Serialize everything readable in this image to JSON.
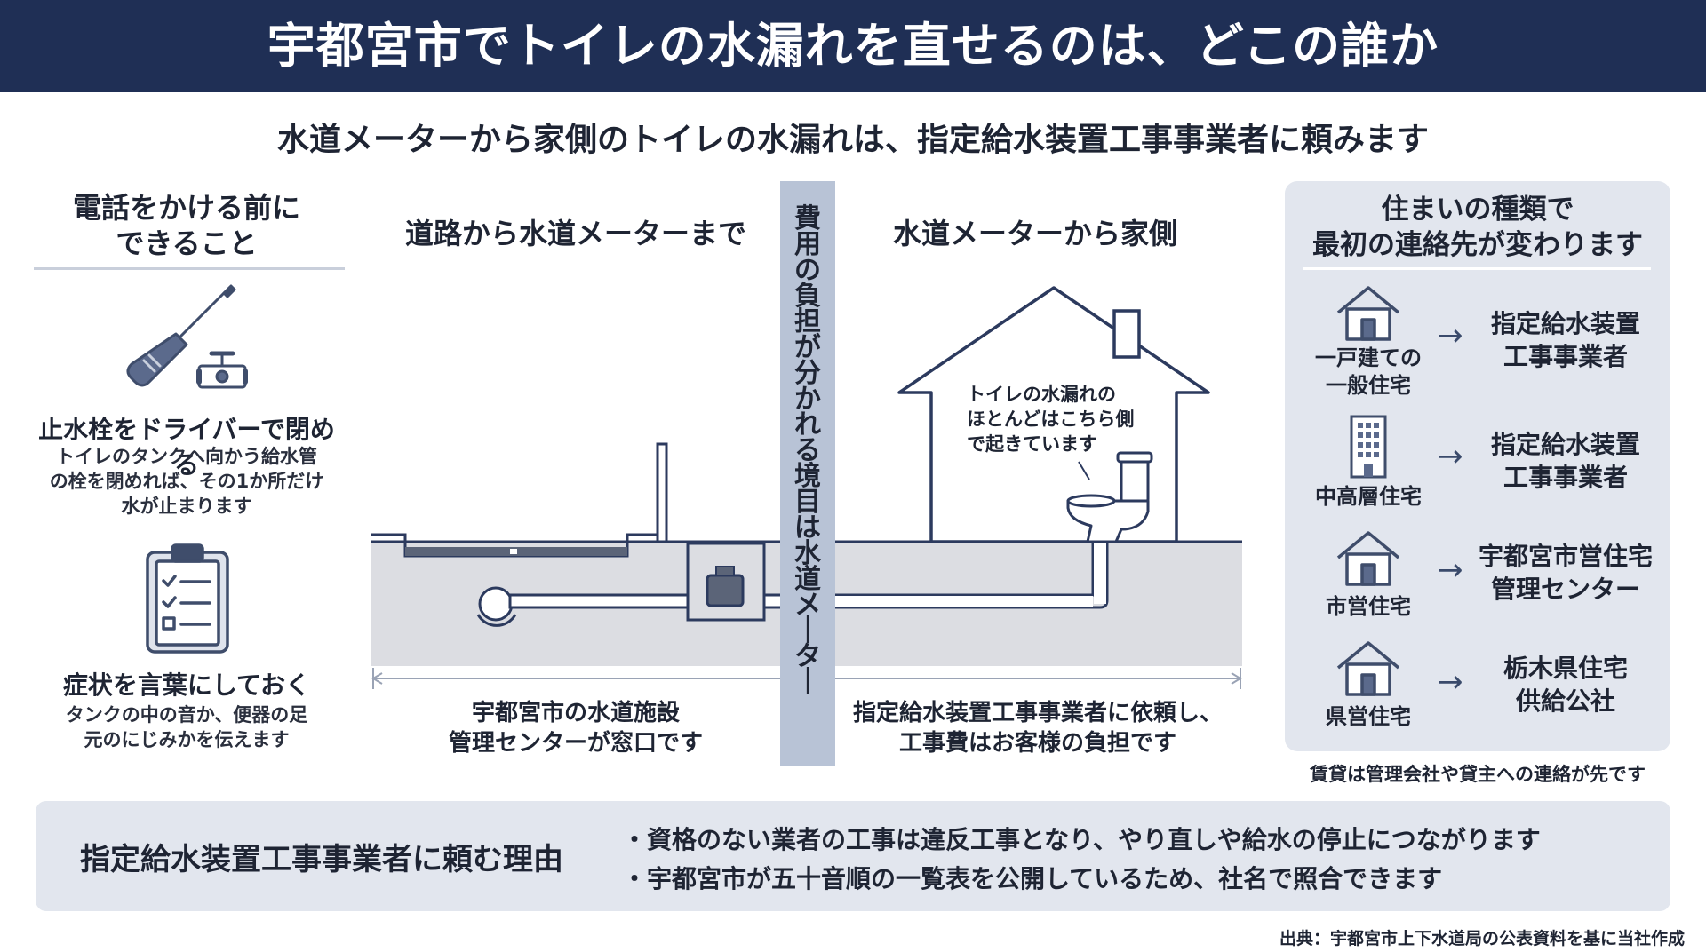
{
  "header": {
    "title": "宇都宮市でトイレの水漏れを直せるのは、どこの誰か"
  },
  "subtitle": "水道メーターから家側のトイレの水漏れは、指定給水装置工事事業者に頼みます",
  "left": {
    "title_line1": "電話をかける前に",
    "title_line2": "できること",
    "items": [
      {
        "icon": "screwdriver-valve-icon",
        "title": "止水栓をドライバーで閉める",
        "desc_lines": [
          "トイレのタンクへ向かう給水管",
          "の栓を閉めれば、その1か所だけ",
          "水が止まります"
        ]
      },
      {
        "icon": "clipboard-checklist-icon",
        "title": "症状を言葉にしておく",
        "desc_lines": [
          "タンクの中の音か、便器の足",
          "元のにじみかを伝えます"
        ]
      }
    ]
  },
  "diagram": {
    "left_heading": "道路から水道メーターまで",
    "right_heading": "水道メーターから家側",
    "boundary_text": "費用の負担が分かれる境目は水道メーター",
    "house_note_lines": [
      "トイレの水漏れの",
      "ほとんどはこちら側",
      "で起きています"
    ],
    "left_caption_lines": [
      "宇都宮市の水道施設",
      "管理センターが窓口です"
    ],
    "right_caption_lines": [
      "指定給水装置工事事業者に依頼し、",
      "工事費はお客様の負担です"
    ],
    "colors": {
      "ground": "#dcdde2",
      "line": "#2c3a5e",
      "pipe": "#ffffff",
      "boundary": "#b8c3d6"
    }
  },
  "right_panel": {
    "title_line1": "住まいの種類で",
    "title_line2": "最初の連絡先が変わります",
    "rows": [
      {
        "icon": "house-icon",
        "label_lines": [
          "一戸建ての",
          "一般住宅"
        ],
        "dest_lines": [
          "指定給水装置",
          "工事事業者"
        ]
      },
      {
        "icon": "building-icon",
        "label_lines": [
          "中高層住宅"
        ],
        "dest_lines": [
          "指定給水装置",
          "工事事業者"
        ]
      },
      {
        "icon": "house-icon",
        "label_lines": [
          "市営住宅"
        ],
        "dest_lines": [
          "宇都宮市営住宅",
          "管理センター"
        ]
      },
      {
        "icon": "house-icon",
        "label_lines": [
          "県営住宅"
        ],
        "dest_lines": [
          "栃木県住宅",
          "供給公社"
        ]
      }
    ],
    "arrow": "→",
    "footnote": "賃貸は管理会社や貸主への連絡が先です"
  },
  "bottom": {
    "title": "指定給水装置工事事業者に頼む理由",
    "bullets": [
      "・資格のない業者の工事は違反工事となり、やり直しや給水の停止につながります",
      "・宇都宮市が五十音順の一覧表を公開しているため、社名で照合できます"
    ]
  },
  "source": "出典：宇都宮市上下水道局の公表資料を基に当社作成",
  "colors": {
    "navy": "#1f2f55",
    "panel": "#e2e6ee",
    "icon": "#3f4d6b"
  }
}
